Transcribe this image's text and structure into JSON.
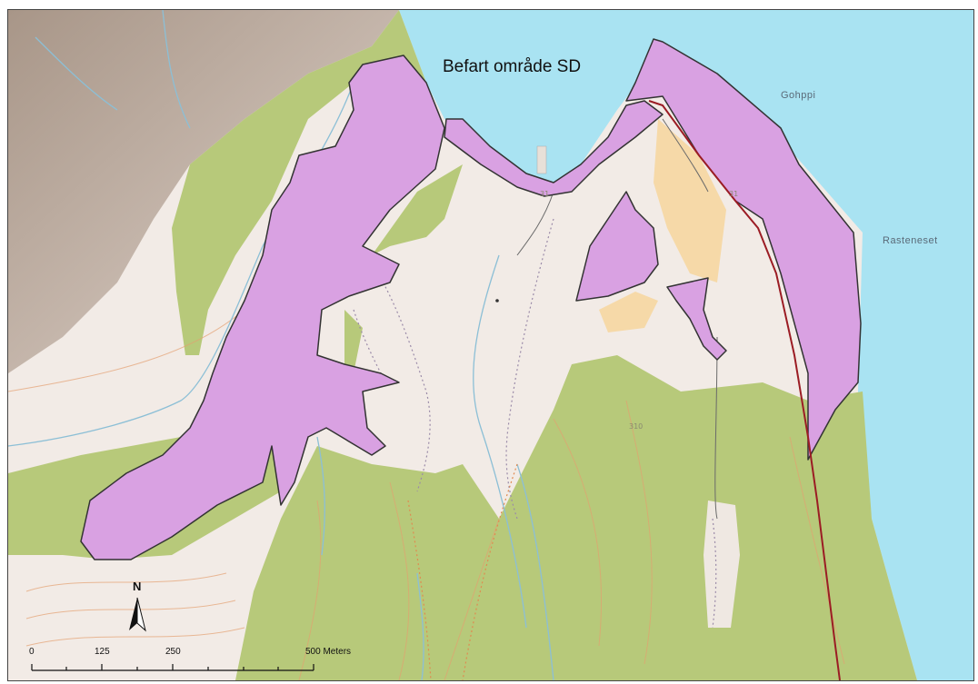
{
  "map": {
    "title": "Befart område SD",
    "places": {
      "gohppi": "Gohppi",
      "rasteneset": "Rasteneset"
    },
    "spot_heights": [
      "31",
      "31",
      "310"
    ],
    "north_label": "N",
    "scale": {
      "ticks": [
        "0",
        "125",
        "250",
        "500 Meters"
      ]
    },
    "colors": {
      "sea": "#a9e3f2",
      "forest": "#b7c97a",
      "open_land": "#f2ebe6",
      "cultivated": "#f6d9a8",
      "mountain": "#b9a89c",
      "surveyed_area": "#d9a1e2",
      "surveyed_outline": "#333333",
      "road": "#9b1c24",
      "contour": "#e4a070",
      "stream": "#8cbfd6"
    }
  }
}
